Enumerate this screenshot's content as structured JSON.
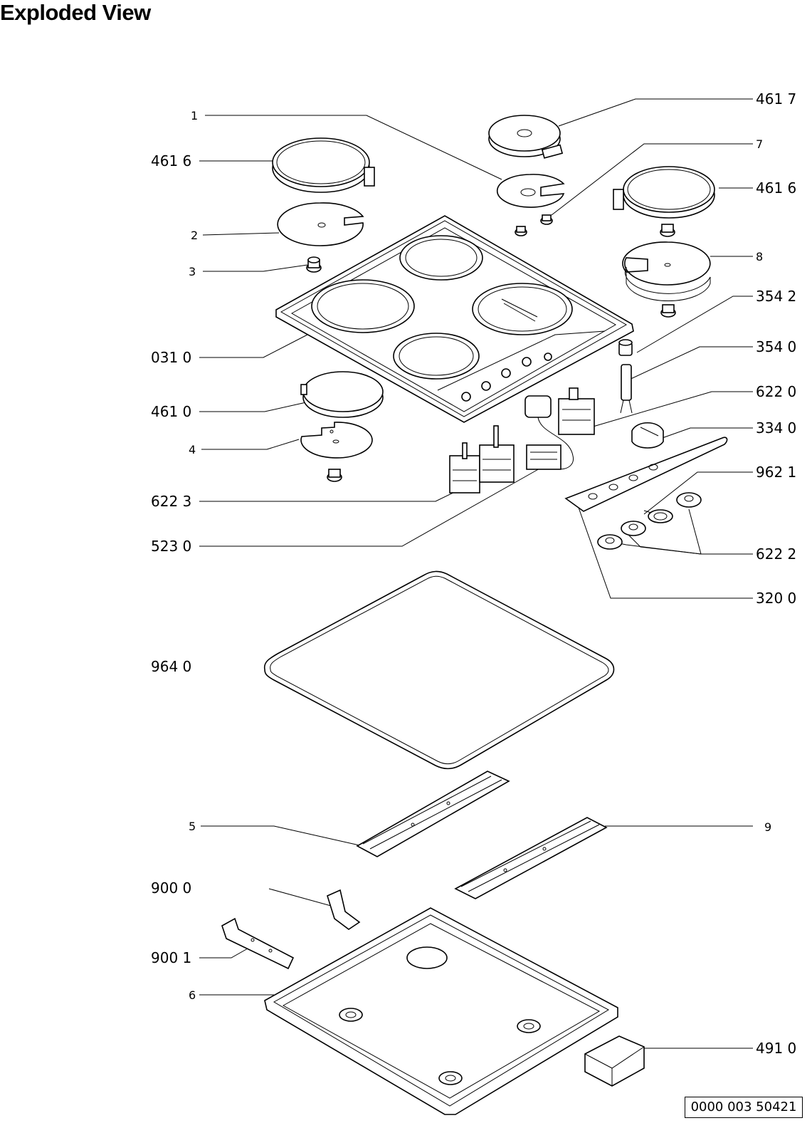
{
  "title": "Exploded View",
  "document_number": "0000 003 50421",
  "labels": {
    "p1": "1",
    "p4617": "461 7",
    "p7": "7",
    "p4616a": "461 6",
    "p4616b": "461 6",
    "p2": "2",
    "p8": "8",
    "p3": "3",
    "p3542": "354 2",
    "p0310": "031 0",
    "p3540": "354 0",
    "p6220": "622 0",
    "p4610": "461 0",
    "p3340": "334 0",
    "p4": "4",
    "p9621": "962 1",
    "p6223": "622 3",
    "p5230": "523 0",
    "p6222": "622 2",
    "p3200": "320 0",
    "p9640": "964 0",
    "p5": "5",
    "p9": "9",
    "p9000": "900 0",
    "p9001": "900 1",
    "p6": "6",
    "p4910": "491 0"
  }
}
